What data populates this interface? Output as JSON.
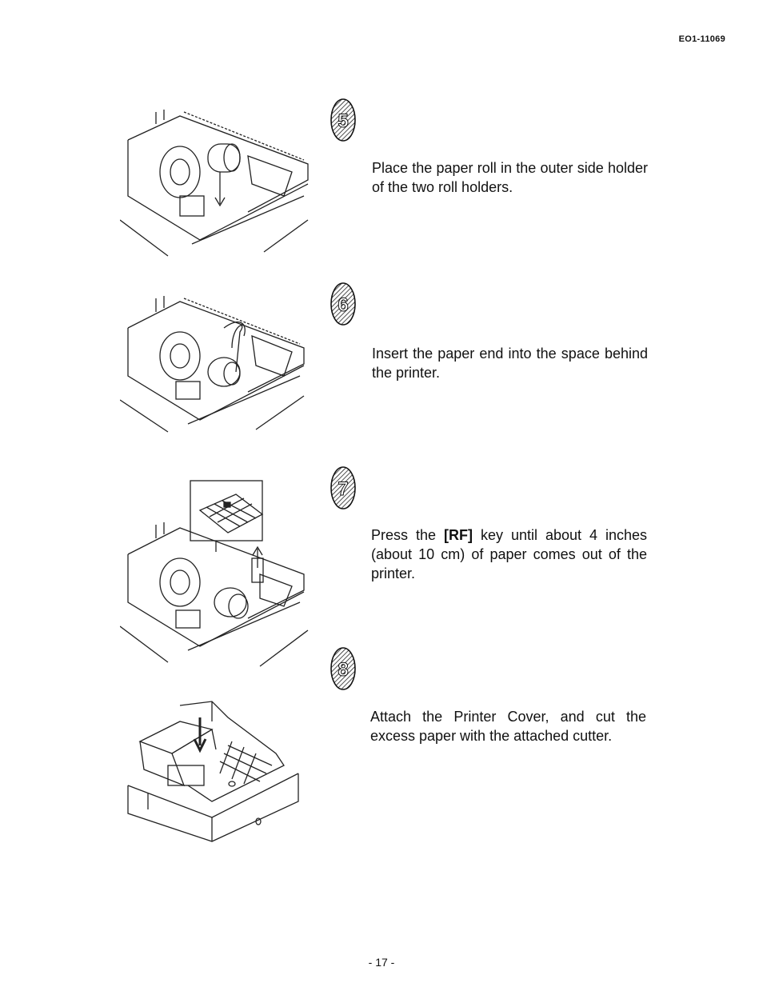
{
  "doc_code": "EO1-11069",
  "steps": [
    {
      "number": "5",
      "text": "Place the paper roll in the outer side holder of the two roll holders."
    },
    {
      "number": "6",
      "text": "Insert the paper end into the space behind the printer."
    },
    {
      "number": "7",
      "text_before": "Press the ",
      "key": "[RF]",
      "text_after": " key until about 4 inches (about 10 cm) of paper comes out of the printer."
    },
    {
      "number": "8",
      "text": "Attach the Printer Cover, and cut the excess paper with the attached cutter."
    }
  ],
  "page_number": "- 17 -"
}
